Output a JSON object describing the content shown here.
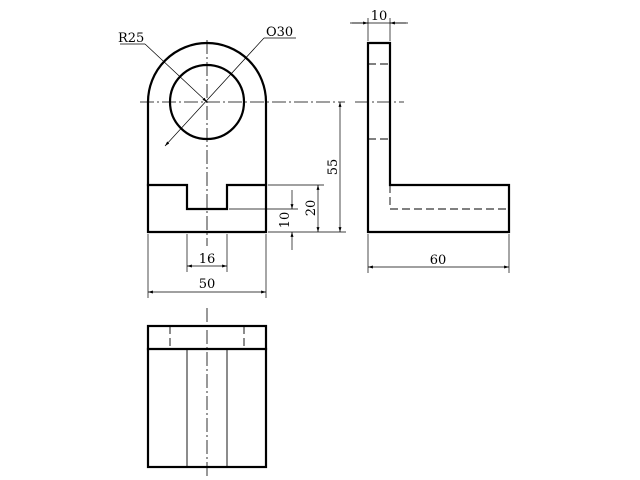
{
  "dimensions": {
    "radius": "R25",
    "hole_diameter": "O30",
    "top_width": "10",
    "height": "55",
    "height_step": "20",
    "slot_depth": "10",
    "slot_width": "16",
    "overall_width": "50",
    "side_length": "60"
  }
}
